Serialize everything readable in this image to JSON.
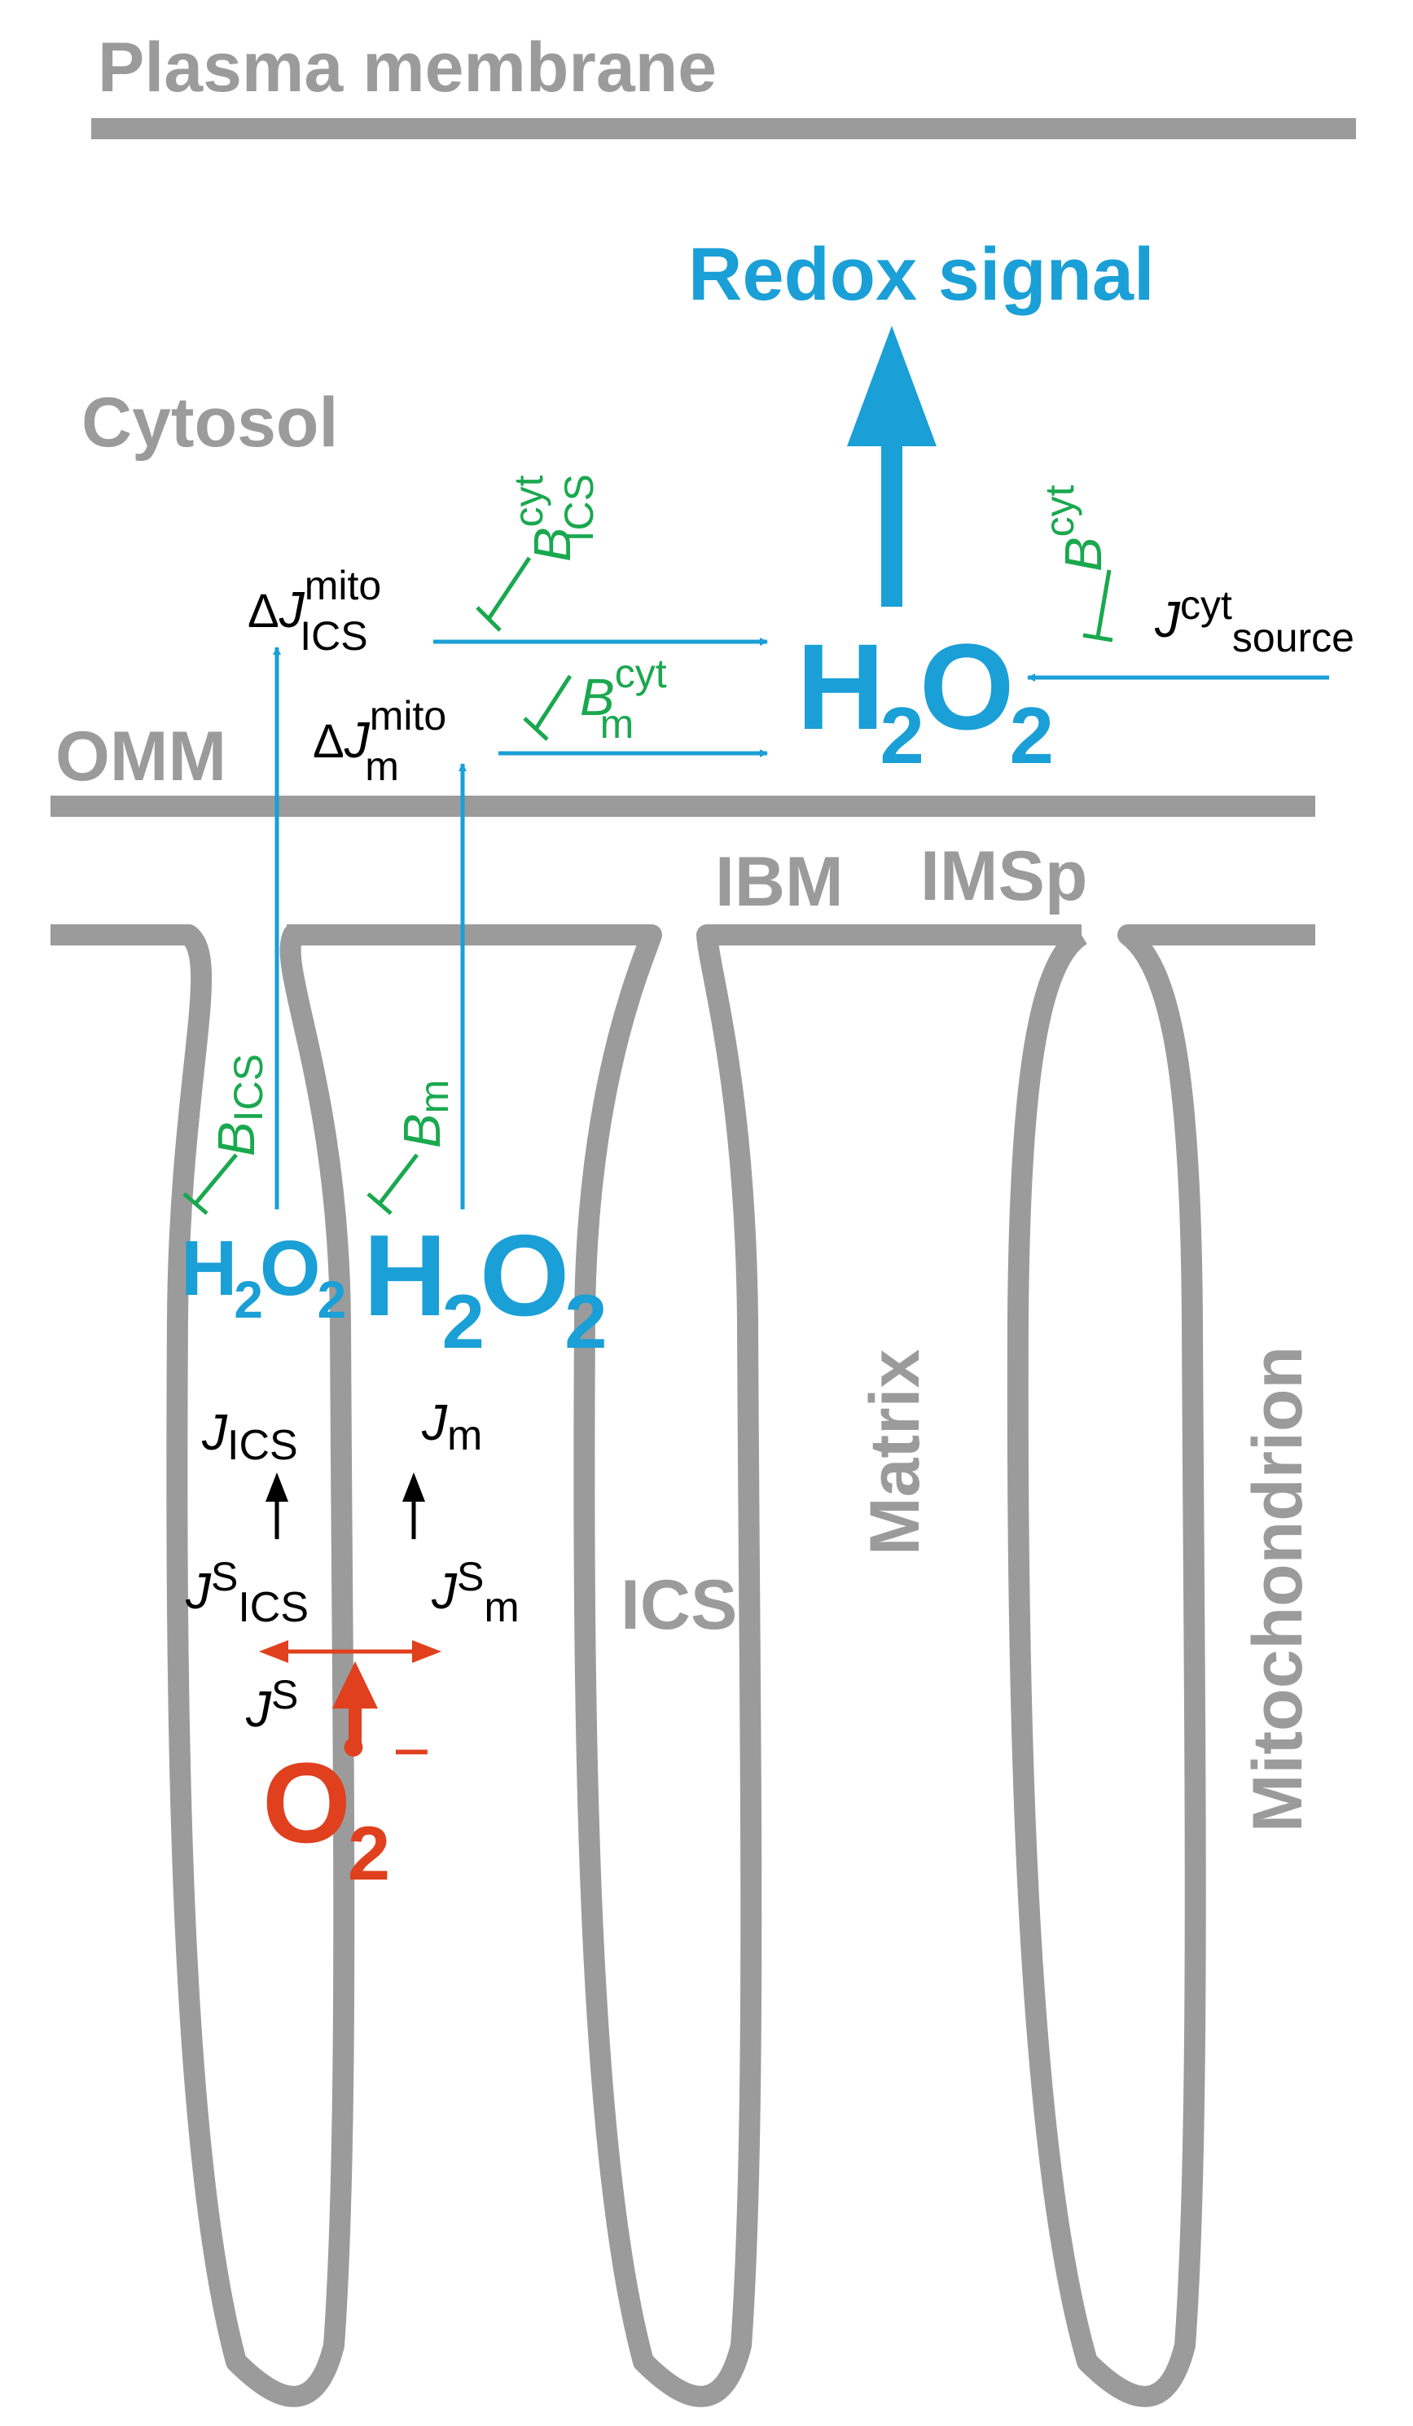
{
  "labels": {
    "plasma_membrane": "Plasma membrane",
    "cytosol": "Cytosol",
    "omm": "OMM",
    "ibm": "IBM",
    "imsp": "IMSp",
    "matrix": "Matrix",
    "ics": "ICS",
    "mitochondrion": "Mitochondrion",
    "redox_signal": "Redox signal"
  },
  "symbols": {
    "delta": "Δ",
    "J": "J",
    "B": "B",
    "mito": "mito",
    "cyt": "cyt",
    "ICS": "ICS",
    "m": "m",
    "S": "S",
    "source": "source",
    "H": "H",
    "O": "O",
    "two": "2",
    "radical_dot": "•",
    "minus": "−"
  },
  "colors": {
    "membrane": "#9b9b9b",
    "h2o2_flux": "#1a9fd6",
    "buffer": "#1aa84f",
    "superoxide": "#e0401e",
    "text": "#000000"
  }
}
